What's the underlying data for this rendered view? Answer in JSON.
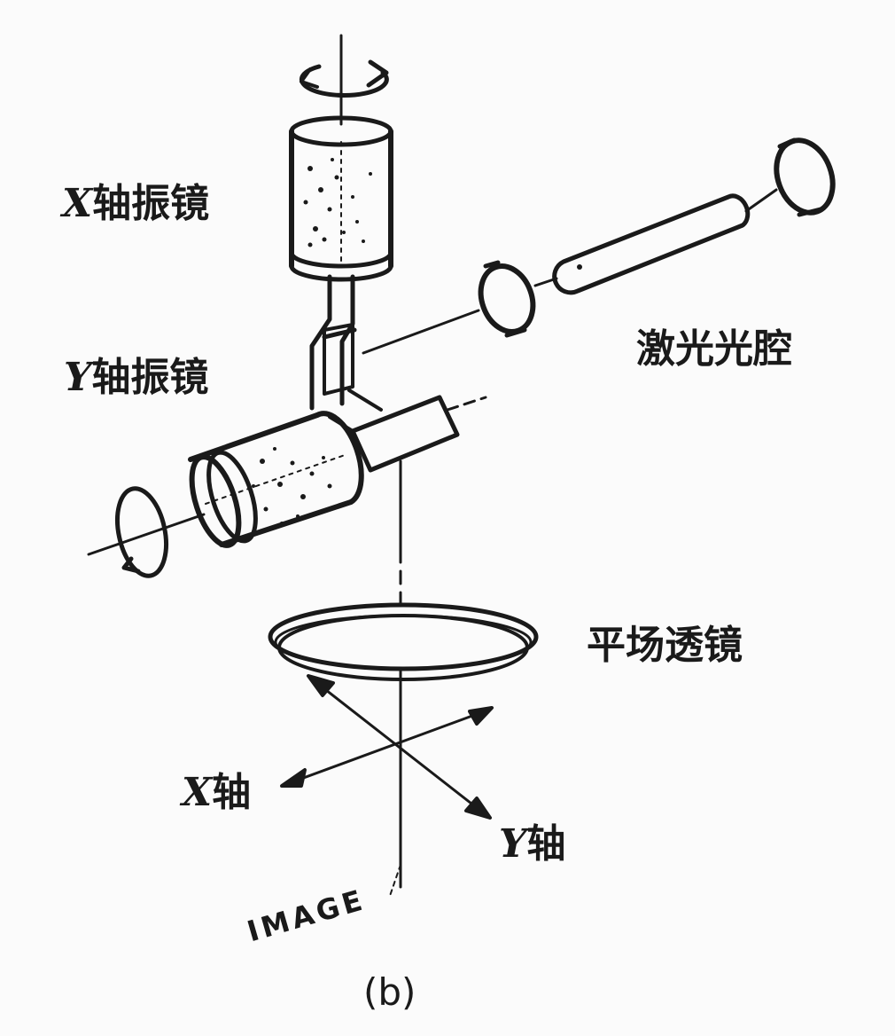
{
  "labels": {
    "x_mirror_axis": "X",
    "x_mirror_text": "轴振镜",
    "y_mirror_axis": "Y",
    "y_mirror_text": "轴振镜",
    "laser_cavity": "激光光腔",
    "flat_field_lens": "平场透镜",
    "x_axis_axis": "X",
    "x_axis_text": "轴",
    "y_axis_axis": "Y",
    "y_axis_text": "轴",
    "image_stamp": "IMAGE",
    "caption": "(b)"
  },
  "colors": {
    "ink": "#1a1a1a",
    "paper": "#fbfbfb"
  }
}
